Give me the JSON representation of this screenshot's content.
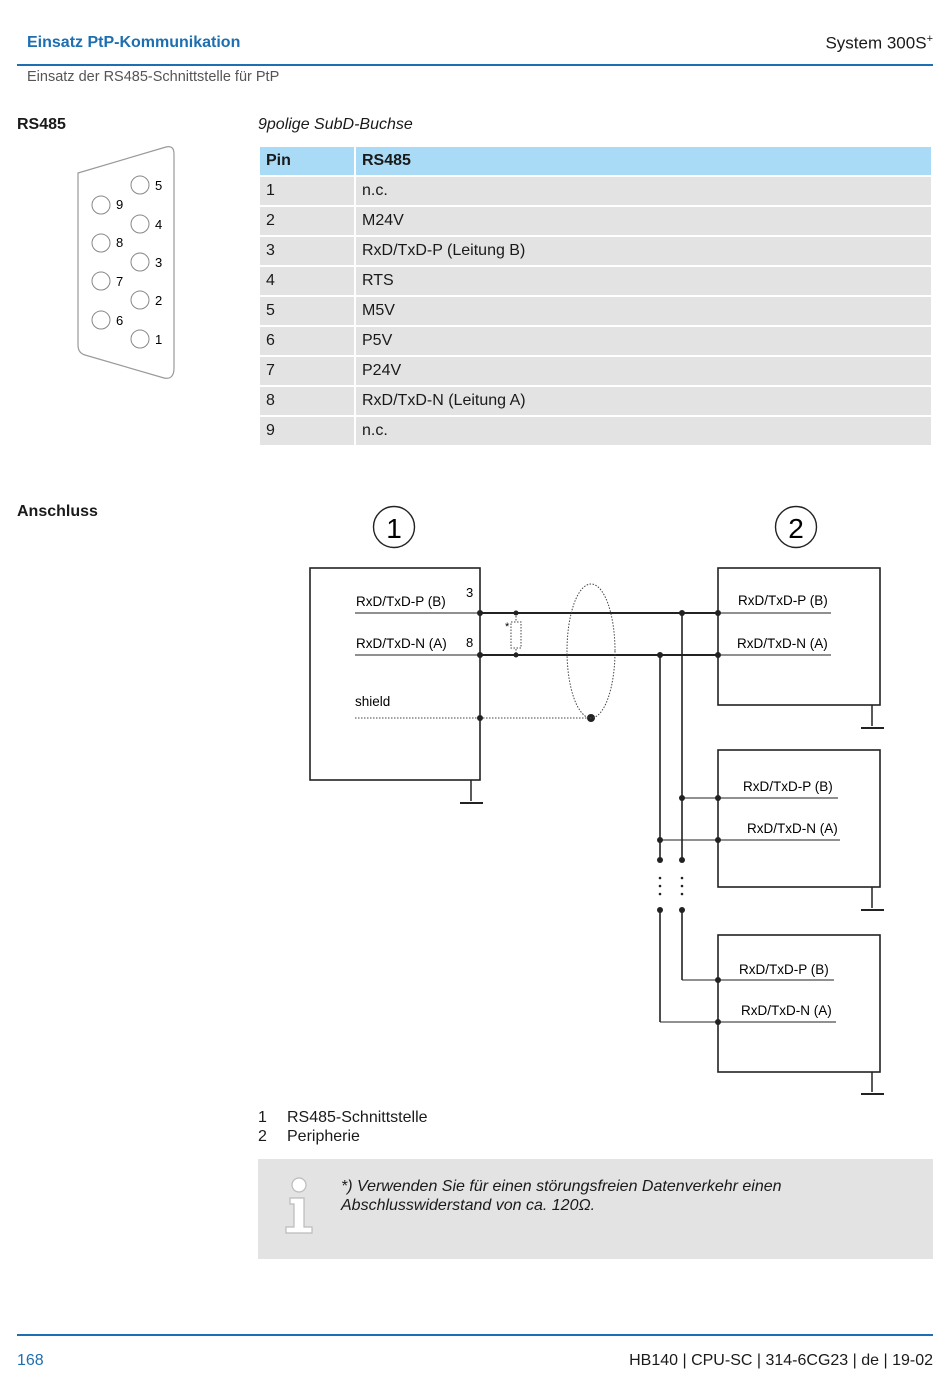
{
  "header": {
    "title": "Einsatz PtP-Kommunikation",
    "system": "System 300S",
    "system_sup": "+",
    "subtitle": "Einsatz der RS485-Schnittstelle für PtP"
  },
  "rs485": {
    "label": "RS485",
    "caption": "9polige SubD-Buchse",
    "connector_pins_top": [
      "5",
      "4",
      "3",
      "2",
      "1"
    ],
    "connector_pins_bottom": [
      "9",
      "8",
      "7",
      "6"
    ],
    "table_headers": [
      "Pin",
      "RS485"
    ],
    "table_rows": [
      [
        "1",
        "n.c."
      ],
      [
        "2",
        "M24V"
      ],
      [
        "3",
        "RxD/TxD-P (Leitung B)"
      ],
      [
        "4",
        "RTS"
      ],
      [
        "5",
        "M5V"
      ],
      [
        "6",
        "P5V"
      ],
      [
        "7",
        "P24V"
      ],
      [
        "8",
        "RxD/TxD-N (Leitung A)"
      ],
      [
        "9",
        "n.c."
      ]
    ]
  },
  "anschluss": {
    "label": "Anschluss",
    "marker_1": "1",
    "marker_2": "2",
    "iface_p": "RxD/TxD-P (B)",
    "iface_n": "RxD/TxD-N (A)",
    "pin_p": "3",
    "pin_n": "8",
    "shield": "shield",
    "resistor_mark": "*",
    "device_p": "RxD/TxD-P (B)",
    "device_n": "RxD/TxD-N (A)"
  },
  "legend": [
    {
      "num": "1",
      "text": "RS485-Schnittstelle"
    },
    {
      "num": "2",
      "text": "Peripherie"
    }
  ],
  "note": {
    "icon": "info-icon",
    "line1": "*) Verwenden Sie für einen störungsfreien Datenverkehr einen",
    "line2": "Abschlusswiderstand von ca. 120Ω."
  },
  "footer": {
    "page": "168",
    "doc": "HB140 | CPU-SC | 314-6CG23 | de | 19-02"
  },
  "colors": {
    "accent": "#1d6fb1",
    "table_header": "#a9daf6",
    "table_cell": "#e3e3e3"
  }
}
